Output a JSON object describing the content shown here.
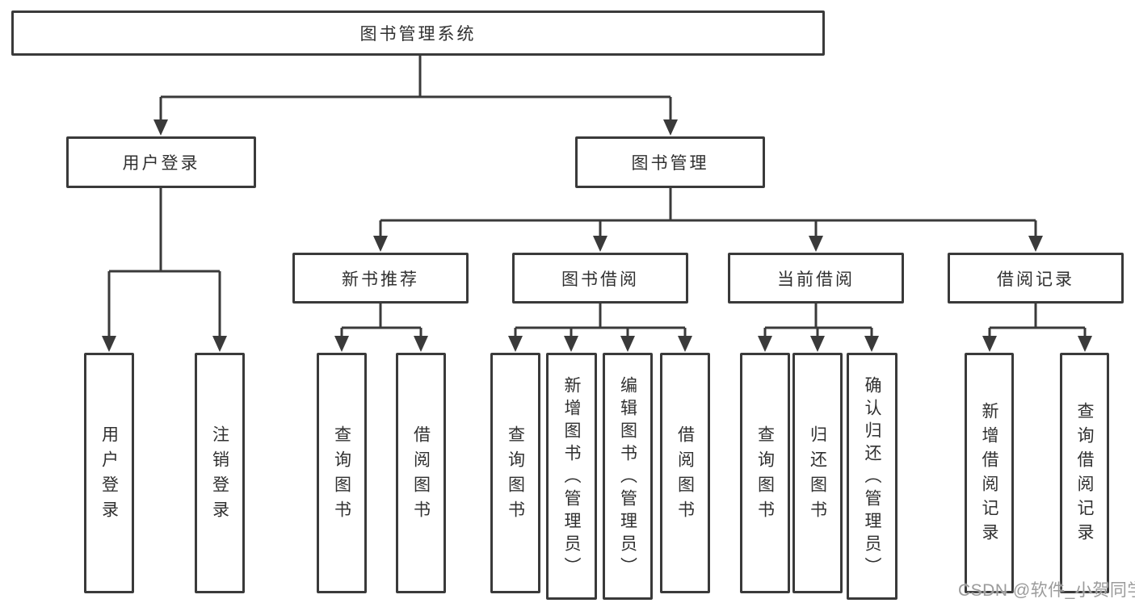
{
  "diagram": {
    "title": "图书管理系统",
    "root": {
      "label": "图书管理系统"
    },
    "level2": [
      {
        "label": "用户登录"
      },
      {
        "label": "图书管理"
      }
    ],
    "level3": [
      {
        "label": "新书推荐"
      },
      {
        "label": "图书借阅"
      },
      {
        "label": "当前借阅"
      },
      {
        "label": "借阅记录"
      }
    ],
    "leaves": [
      {
        "label": "用户登录",
        "parent": "用户登录"
      },
      {
        "label": "注销登录",
        "parent": "用户登录"
      },
      {
        "label": "查询图书",
        "parent": "新书推荐"
      },
      {
        "label": "借阅图书",
        "parent": "新书推荐"
      },
      {
        "label": "查询图书",
        "parent": "图书借阅"
      },
      {
        "label": "新增图书（管理员）",
        "parent": "图书借阅"
      },
      {
        "label": "编辑图书（管理员）",
        "parent": "图书借阅"
      },
      {
        "label": "借阅图书",
        "parent": "图书借阅"
      },
      {
        "label": "查询图书",
        "parent": "当前借阅"
      },
      {
        "label": "归还图书",
        "parent": "当前借阅"
      },
      {
        "label": "确认归还（管理员）",
        "parent": "当前借阅"
      },
      {
        "label": "新增借阅记录",
        "parent": "借阅记录"
      },
      {
        "label": "查询借阅记录",
        "parent": "借阅记录"
      }
    ]
  },
  "watermark": {
    "text": "CSDN @软件_小贺同学"
  },
  "colors": {
    "line": "#3a3a3a",
    "text": "#303030",
    "background": "#ffffff",
    "watermark": "#9b9b9b"
  }
}
